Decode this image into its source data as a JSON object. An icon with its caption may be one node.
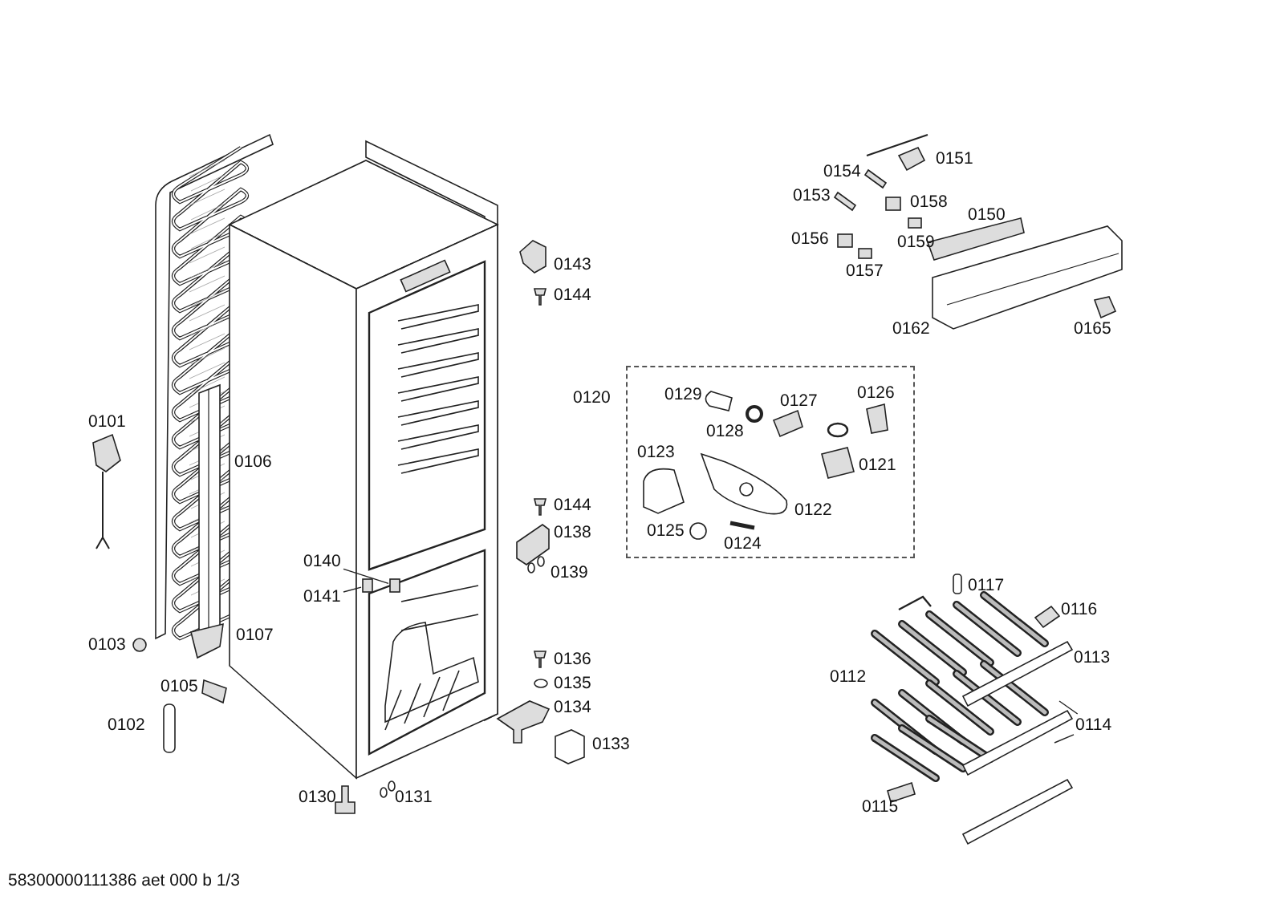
{
  "diagram": {
    "nodes": [
      {
        "text": [
          "0120"
        ]
      },
      {
        "text": [
          "0140"
        ]
      },
      {
        "text": [
          "0141"
        ]
      },
      {
        "text": [
          "0114"
        ]
      },
      {
        "text": [],
        "shape": "box"
      },
      {
        "text": [],
        "shape": "box"
      }
    ],
    "edges": [
      {
        "from": 1,
        "to": 5,
        "arrow": "none"
      },
      {
        "from": 2,
        "to": 4,
        "arrow": "none"
      },
      {
        "from": 3,
        "to": null,
        "arrow": "none"
      },
      {
        "from": 3,
        "to": null,
        "arrow": "none"
      }
    ],
    "labels": [
      "0151",
      "0154",
      "0153",
      "0158",
      "0150",
      "0156",
      "0159",
      "0157",
      "0143",
      "0144",
      "0162",
      "0165",
      "0129",
      "0127",
      "0126",
      "0128",
      "0101",
      "0106",
      "0123",
      "0121",
      "0122",
      "0125",
      "0124",
      "0144",
      "0138",
      "0139",
      "0117",
      "0116",
      "0113",
      "0112",
      "0103",
      "0107",
      "0136",
      "0105",
      "0135",
      "0134",
      "0102",
      "0133",
      "0115",
      "0130",
      "0131",
      "58300000111386 aet 000 b 1/3"
    ]
  }
}
